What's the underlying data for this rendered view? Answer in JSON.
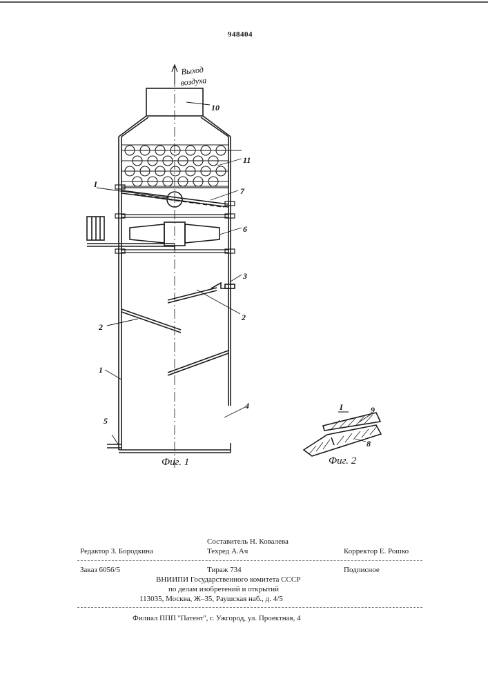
{
  "patent_number": "948404",
  "fig1": {
    "caption": "Фиг. 1",
    "air_exit_line1": "Выход",
    "air_exit_line2": "воздуха",
    "detail_marker": "I",
    "labels": {
      "n1": "1",
      "n2a": "2",
      "n2b": "2",
      "n3": "3",
      "n4": "4",
      "n5": "5",
      "n6": "6",
      "n7": "7",
      "n10": "10",
      "n11": "11"
    }
  },
  "fig2": {
    "caption": "Фиг. 2",
    "detail_marker": "I",
    "labels": {
      "n8": "8",
      "n9": "9"
    }
  },
  "imprint": {
    "editor": "Редактор  З.  Бородкина",
    "compiler": "Составитель  Н.  Ковалева",
    "techred": "Техред    А.Ач",
    "corrector": "Корректор  Е.  Рошко",
    "order": "Заказ  6056/5",
    "circulation": "Тираж  734",
    "subscription": "Подписное",
    "org_line1": "ВНИИПИ  Государственного  комитета  СССР",
    "org_line2": "по  делам  изобретений  и  открытий",
    "org_address": "113035,  Москва,  Ж–35,  Раушская  наб.,  д.  4/5",
    "branch": "Филиал  ППП  ''Патент'',  г.  Ужгород,  ул.  Проектная,  4"
  }
}
